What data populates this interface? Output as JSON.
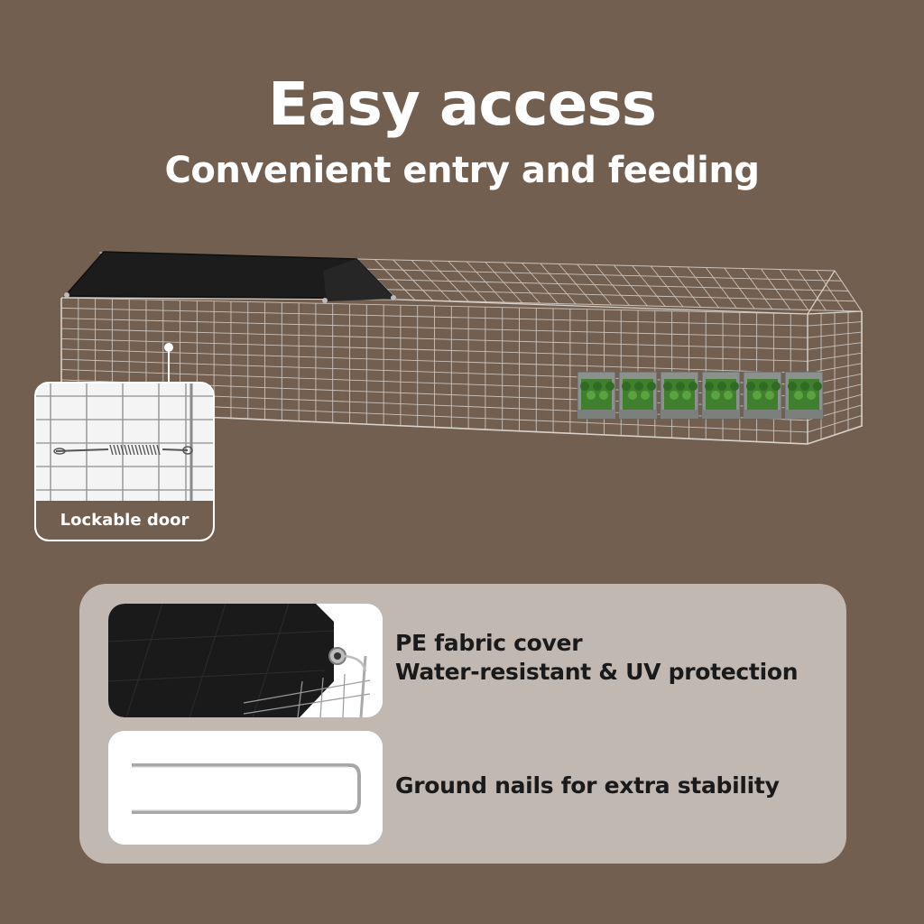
{
  "header": {
    "title": "Easy access",
    "subtitle": "Convenient entry and feeding"
  },
  "callout": {
    "label": "Lockable door"
  },
  "features": [
    {
      "lines": [
        "PE fabric cover",
        "Water-resistant & UV protection"
      ],
      "icon": "fabric-cover-photo"
    },
    {
      "lines": [
        "Ground nails for extra stability"
      ],
      "icon": "ground-nail-photo"
    }
  ],
  "colors": {
    "background": "#735f4f",
    "panel": "#c1b8b1",
    "cover": "#1c1c1c",
    "wire": "#c9c2bc",
    "planter": "#8c918e",
    "foliage": "#3f7f2e"
  }
}
